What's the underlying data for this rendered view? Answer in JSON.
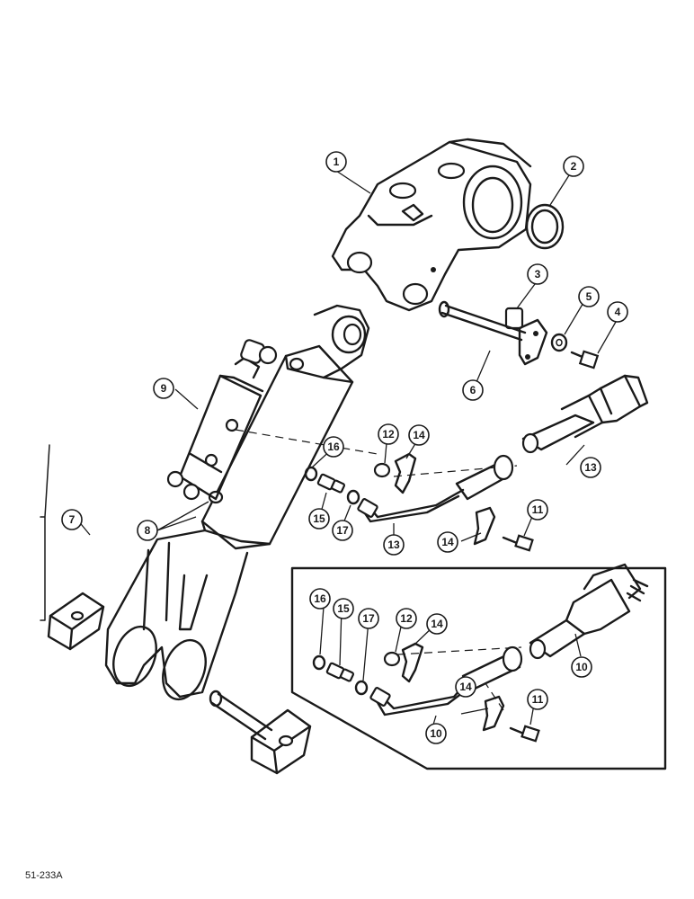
{
  "reference_code": "51-233A",
  "callouts": [
    {
      "id": "c1",
      "label": "1"
    },
    {
      "id": "c2",
      "label": "2"
    },
    {
      "id": "c3",
      "label": "3"
    },
    {
      "id": "c4",
      "label": "4"
    },
    {
      "id": "c5",
      "label": "5"
    },
    {
      "id": "c6",
      "label": "6"
    },
    {
      "id": "c7",
      "label": "7"
    },
    {
      "id": "c8",
      "label": "8"
    },
    {
      "id": "c9",
      "label": "9"
    },
    {
      "id": "c10a",
      "label": "10"
    },
    {
      "id": "c10b",
      "label": "10"
    },
    {
      "id": "c11a",
      "label": "11"
    },
    {
      "id": "c11b",
      "label": "11"
    },
    {
      "id": "c12a",
      "label": "12"
    },
    {
      "id": "c12b",
      "label": "12"
    },
    {
      "id": "c13a",
      "label": "13"
    },
    {
      "id": "c13b",
      "label": "13"
    },
    {
      "id": "c14a",
      "label": "14"
    },
    {
      "id": "c14b",
      "label": "14"
    },
    {
      "id": "c14c",
      "label": "14"
    },
    {
      "id": "c14d",
      "label": "14"
    },
    {
      "id": "c15a",
      "label": "15"
    },
    {
      "id": "c15b",
      "label": "15"
    },
    {
      "id": "c16a",
      "label": "16"
    },
    {
      "id": "c16b",
      "label": "16"
    },
    {
      "id": "c17a",
      "label": "17"
    },
    {
      "id": "c17b",
      "label": "17"
    }
  ]
}
